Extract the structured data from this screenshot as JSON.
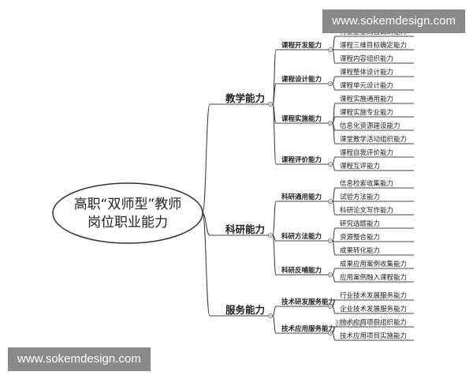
{
  "watermark": {
    "top": "www.sokemdesign.com",
    "bottom": "www.sokemdesign.com"
  },
  "mindmap": {
    "root": {
      "line1": "高职“双师型”教师",
      "line2": "岗位职业能力"
    },
    "branches": [
      {
        "label": "教学能力",
        "groups": [
          {
            "label": "课程开发能力",
            "items": [
              "行业企业岗位调研能力",
              "课程三维目标确定能力",
              "课程内容组织能力"
            ]
          },
          {
            "label": "课程设计能力",
            "items": [
              "课程整体设计能力",
              "课程单元设计能力"
            ]
          },
          {
            "label": "课程实施能力",
            "items": [
              "课程实施通用能力",
              "课程实施专业能力",
              "信息化资源建设能力",
              "课堂教学活动组织能力"
            ]
          },
          {
            "label": "课程评价能力",
            "items": [
              "课程自我评价能力",
              "课程互评能力"
            ]
          }
        ]
      },
      {
        "label": "科研能力",
        "groups": [
          {
            "label": "科研通用能力",
            "items": [
              "信息检索收集能力",
              "试验方法能力",
              "科研论文写作能力"
            ]
          },
          {
            "label": "科研方法能力",
            "items": [
              "研究选题能力",
              "资源整合能力",
              "成果转化能力"
            ]
          },
          {
            "label": "科研反哺能力",
            "items": [
              "成果应用案例收集能力",
              "应用案例融入课程能力"
            ]
          }
        ]
      },
      {
        "label": "服务能力",
        "groups": [
          {
            "label": "技术研发服务能力",
            "items": [
              "行业技术发展服务能力",
              "企业技术发展服务能力"
            ]
          },
          {
            "label": "技术应用服务能力",
            "items": [
              "技术应用项目组织能力",
              "技术应用项目实施能力"
            ]
          }
        ]
      }
    ],
    "overlay_text": "职教育研究院"
  }
}
